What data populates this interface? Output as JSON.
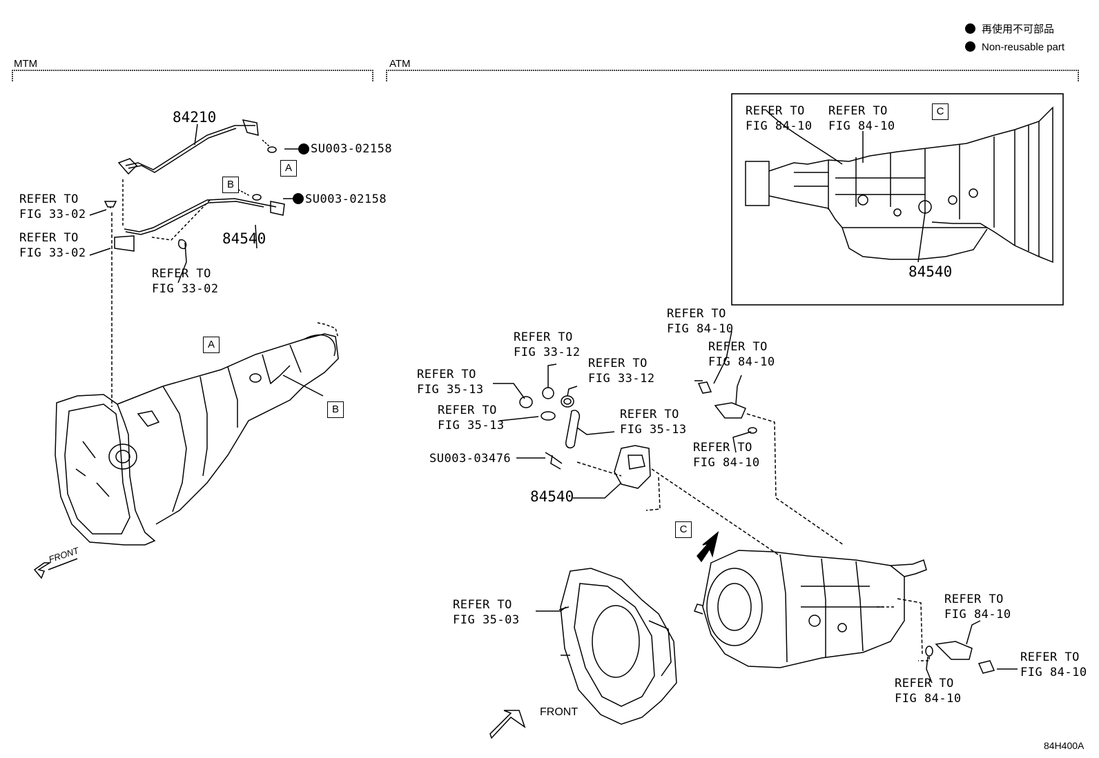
{
  "legend": {
    "items": [
      {
        "label": "再使用不可部品"
      },
      {
        "label": "Non-reusable part"
      }
    ]
  },
  "sections": {
    "mtm": "MTM",
    "atm": "ATM"
  },
  "part_numbers": {
    "p84210": "84210",
    "p84540_mtm": "84540",
    "p84540_inset": "84540",
    "p84540_atm": "84540"
  },
  "codes": {
    "su_a": "SU003-02158",
    "su_b": "SU003-02158",
    "su_c": "SU003-03476"
  },
  "callouts": {
    "a": "A",
    "b": "B",
    "c": "C"
  },
  "references": {
    "r1": "REFER TO\nFIG 33-02",
    "r2": "REFER TO\nFIG 33-02",
    "r3": "REFER TO\nFIG 33-02",
    "r4": "REFER TO\nFIG 84-10",
    "r5": "REFER TO\nFIG 84-10",
    "r6": "REFER TO\nFIG 84-10",
    "r7": "REFER TO\nFIG 84-10",
    "r8": "REFER TO\nFIG 33-12",
    "r9": "REFER TO\nFIG 33-12",
    "r10": "REFER TO\nFIG 35-13",
    "r11": "REFER TO\nFIG 35-13",
    "r12": "REFER TO\nFIG 35-13",
    "r13": "REFER TO\nFIG 84-10",
    "r14": "REFER TO\nFIG 35-03",
    "r15": "REFER TO\nFIG 84-10",
    "r16": "REFER TO\nFIG 84-10",
    "r17": "REFER TO\nFIG 84-10"
  },
  "front_labels": {
    "mtm": "FRONT",
    "atm": "FRONT"
  },
  "figure_id": "84H400A"
}
